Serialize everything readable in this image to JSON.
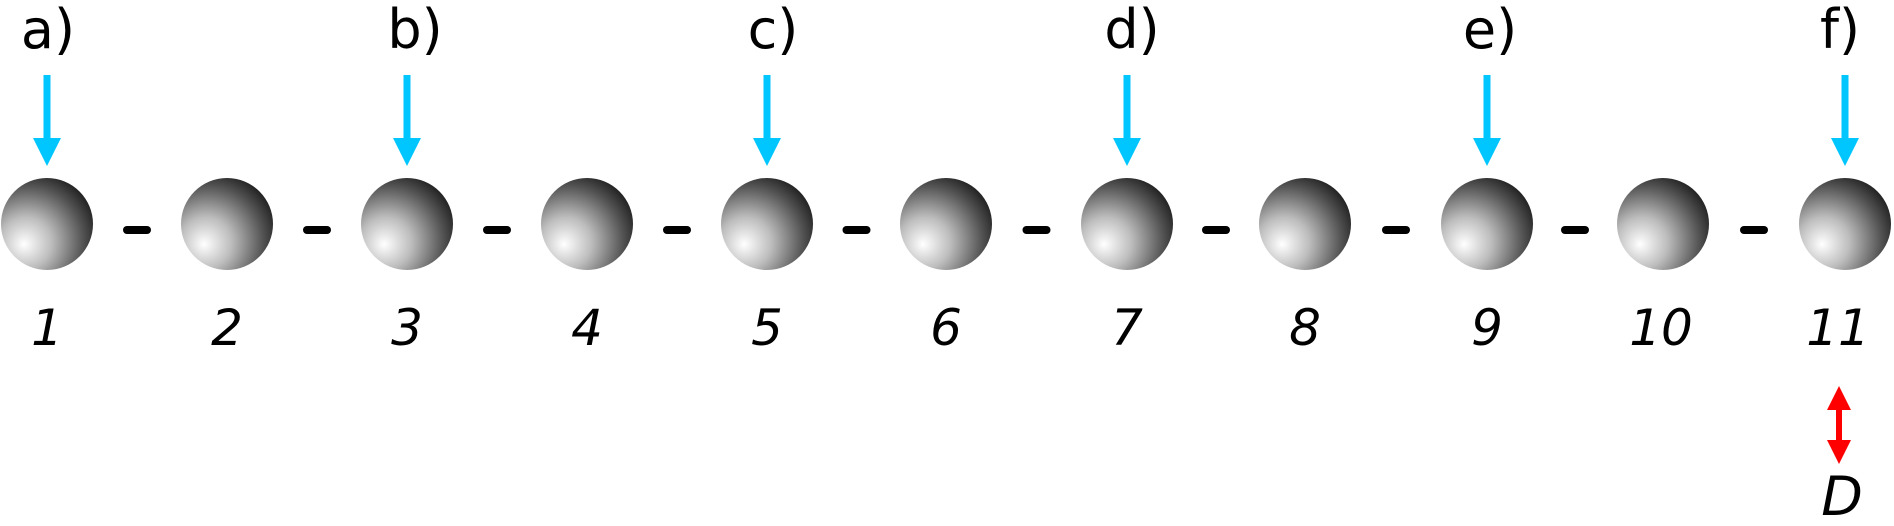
{
  "top_labels": [
    "a)",
    "b)",
    "c)",
    "d)",
    "e)",
    "f)"
  ],
  "sphere_labels": [
    "1",
    "2",
    "3",
    "4",
    "5",
    "6",
    "7",
    "8",
    "9",
    "10",
    "11"
  ],
  "end_label": "D",
  "colors": {
    "arrow_blue": "#00c6ff",
    "arrow_red": "#ff0000",
    "connector": "#000000",
    "sphere_light": "#ffffff",
    "sphere_dark": "#1a1a1a"
  },
  "arrow_targets": [
    1,
    3,
    5,
    7,
    9,
    11
  ]
}
